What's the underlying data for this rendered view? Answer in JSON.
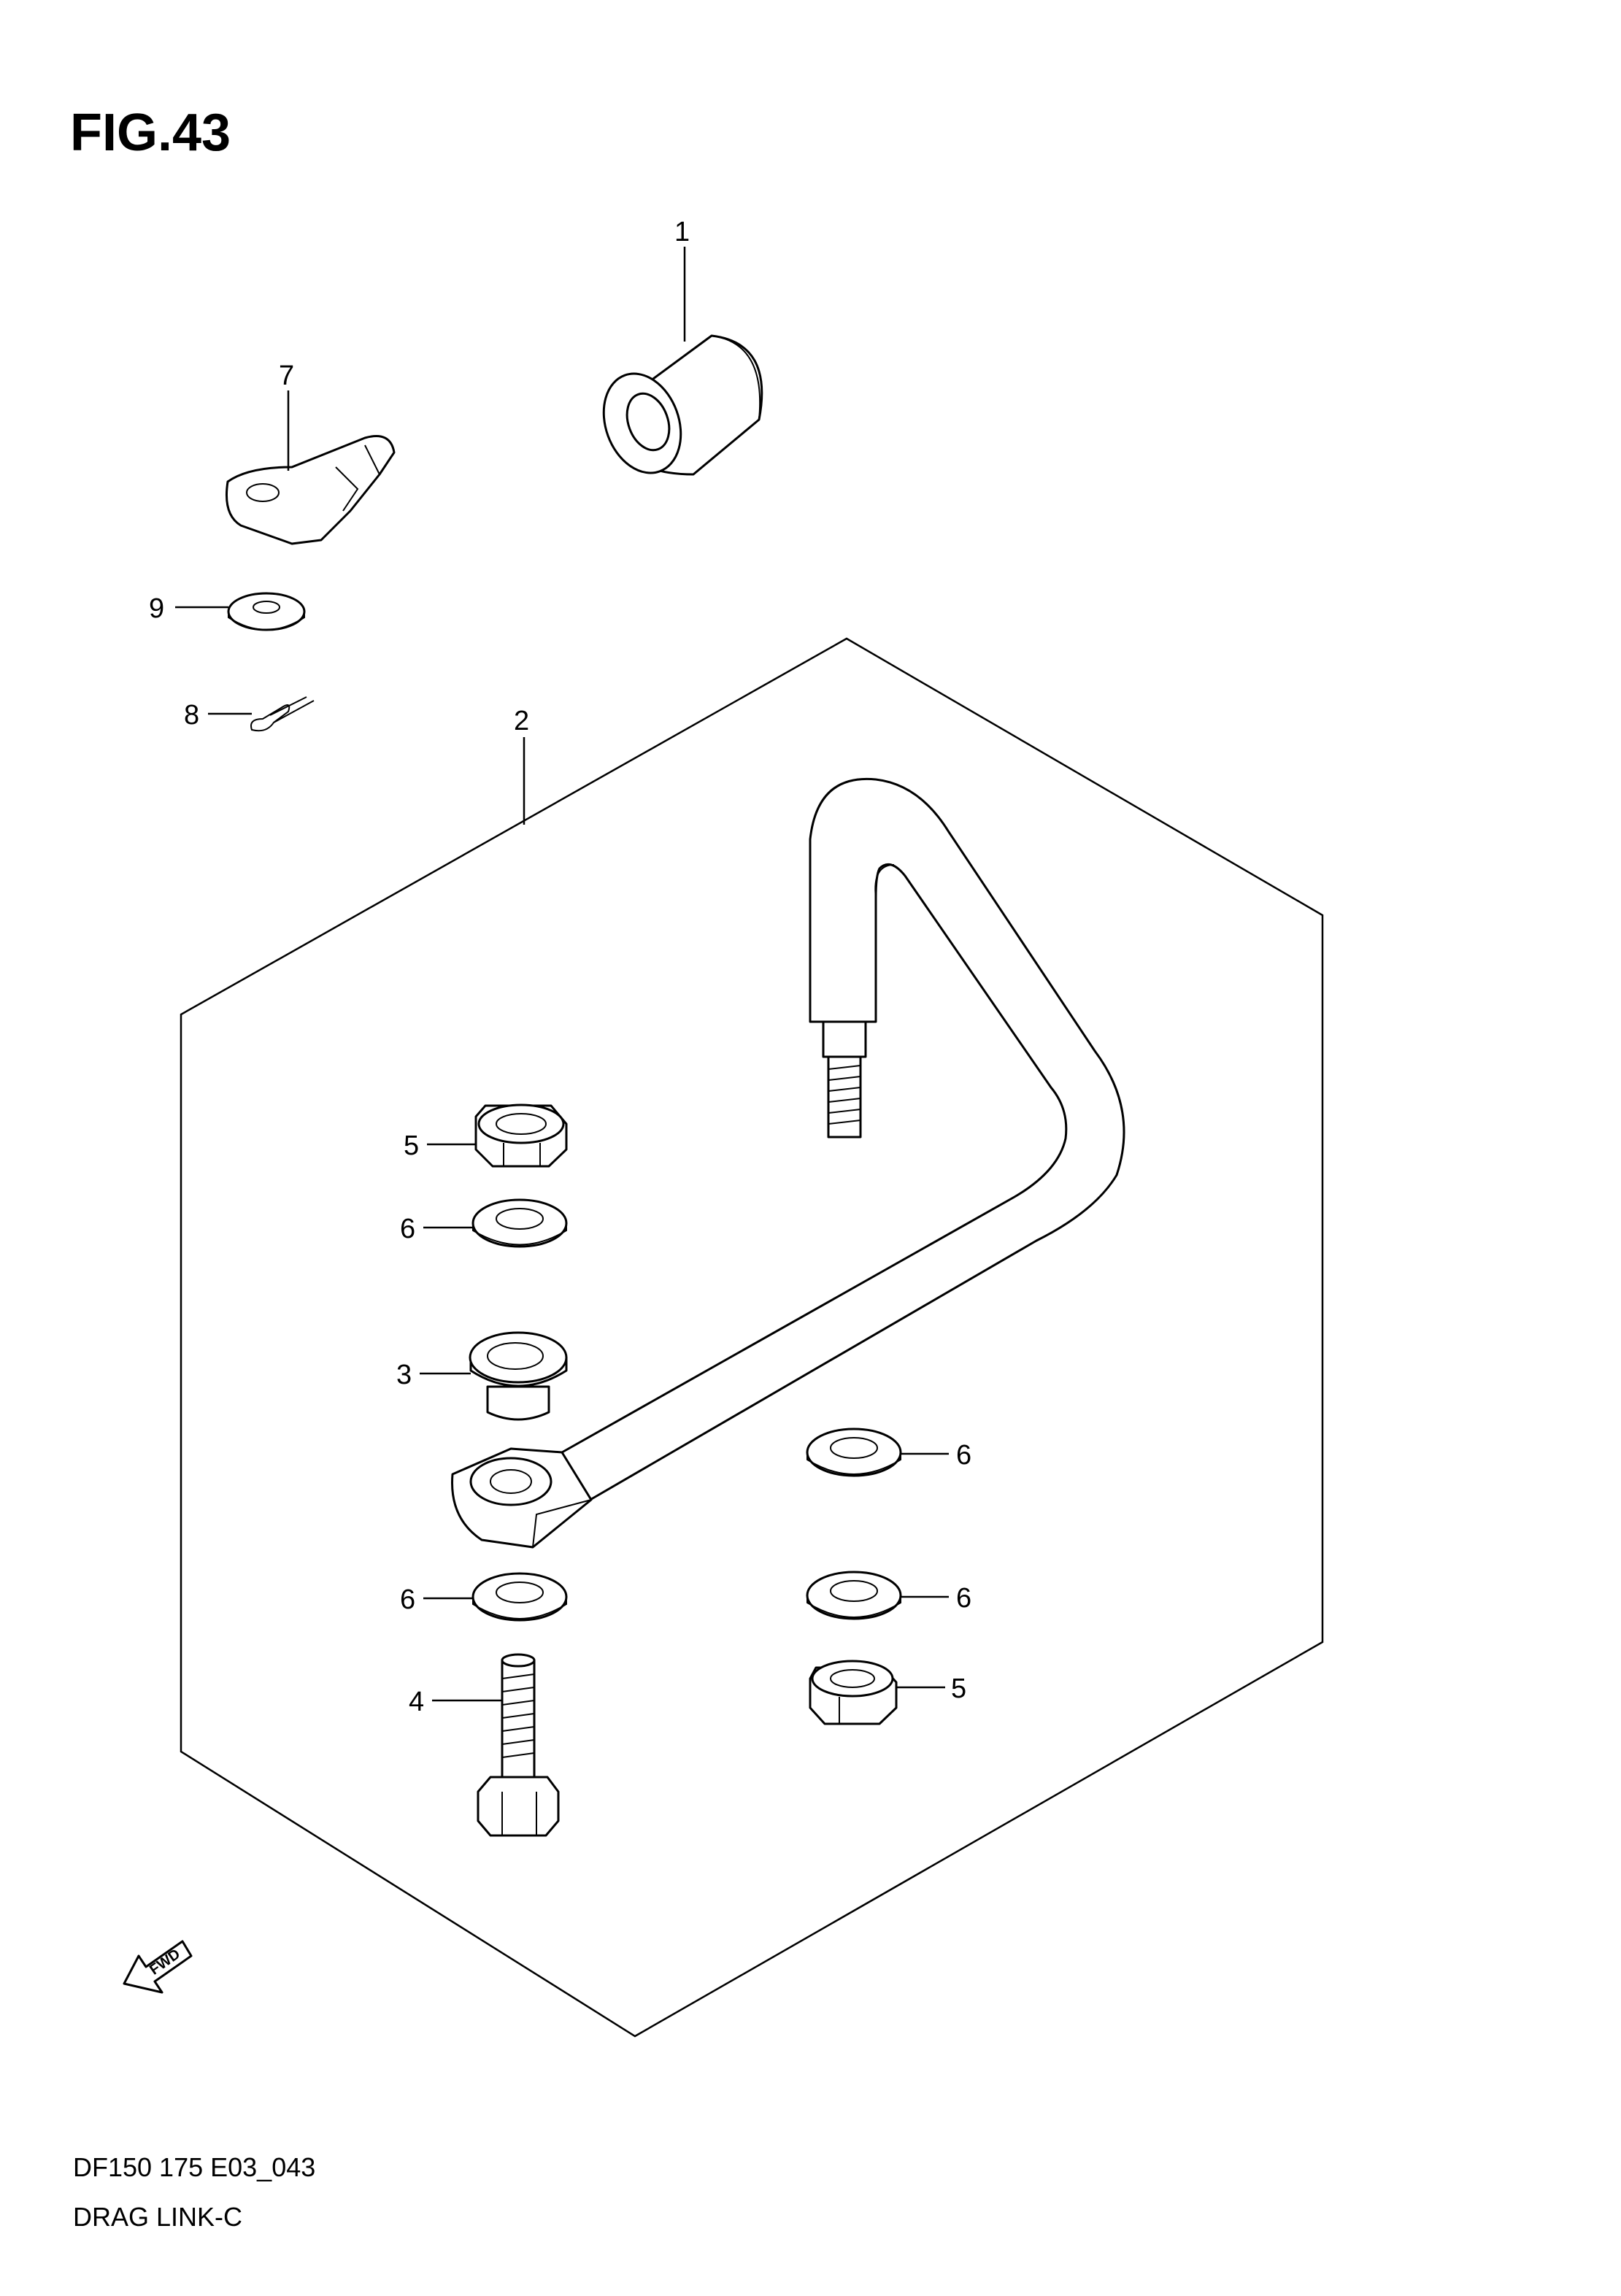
{
  "figure": {
    "title": "FIG.43",
    "code": "DF150 175 E03_043",
    "name": "DRAG LINK-C",
    "direction_label": "FWD"
  },
  "callouts": {
    "c1": "1",
    "c2": "2",
    "c3": "3",
    "c4": "4",
    "c5a": "5",
    "c5b": "5",
    "c6a": "6",
    "c6b": "6",
    "c6c": "6",
    "c6d": "6",
    "c7": "7",
    "c8": "8",
    "c9": "9"
  },
  "icons": {
    "direction": "fwd-arrow-icon"
  }
}
